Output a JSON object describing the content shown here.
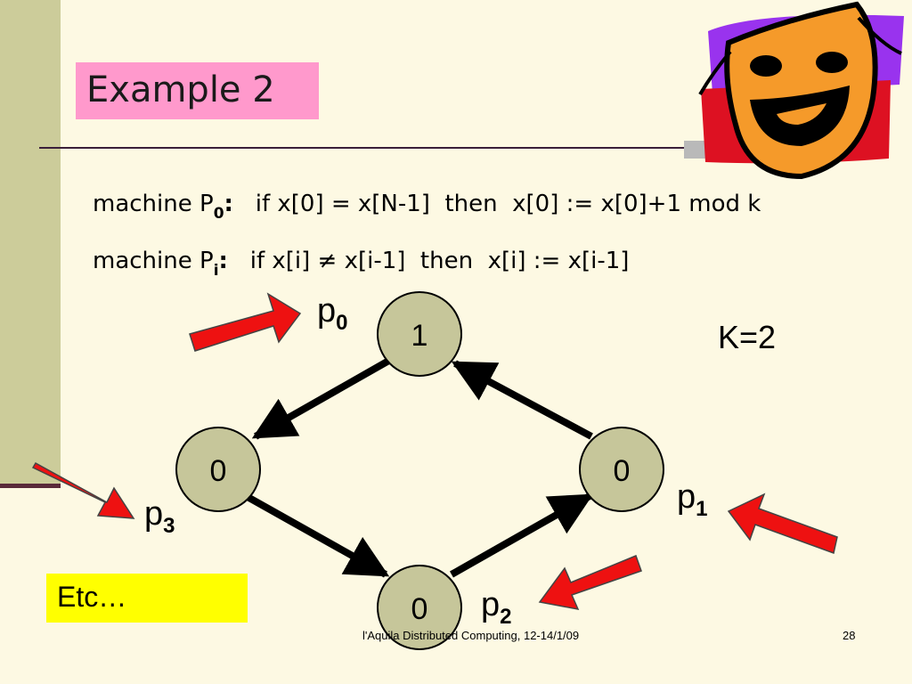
{
  "title": "Example 2",
  "code": {
    "line0": {
      "prefix": "machine P",
      "sub": "0",
      "colon": ":",
      "rest": "   if x[0] = x[N-1]  then  x[0] := x[0]+1 mod k"
    },
    "line1": {
      "prefix": "machine P",
      "sub": "i",
      "colon": ":",
      "rest": "   if x[i] ≠ x[i-1]  then  x[i] := x[i-1]"
    }
  },
  "processes": [
    {
      "letter": "p",
      "sub": "0",
      "value": "1"
    },
    {
      "letter": "p",
      "sub": "1",
      "value": "0"
    },
    {
      "letter": "p",
      "sub": "2",
      "value": "0"
    },
    {
      "letter": "p",
      "sub": "3",
      "value": "0"
    }
  ],
  "k_label": "K=2",
  "etc": "Etc…",
  "footer": {
    "text": "l'Aquila Distributed Computing, 12-14/1/09",
    "page": "28"
  },
  "colors": {
    "node_fill": "#c6c69a",
    "arrow_red": "#ee1111",
    "title_bg": "#ff99cc",
    "etc_bg": "#ffff00"
  },
  "icons": [
    "theater-mask-icon"
  ]
}
